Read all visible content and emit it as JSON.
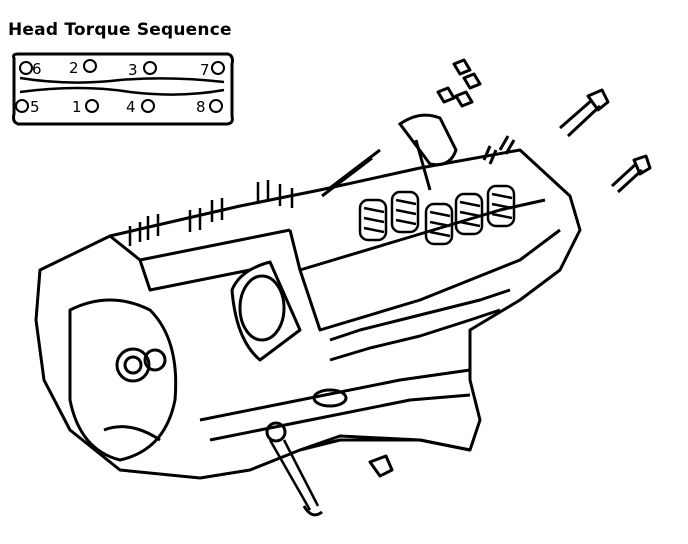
{
  "diagram": {
    "title": "Head Torque Sequence",
    "sequence_top": [
      "6",
      "2",
      "3",
      "7"
    ],
    "sequence_bottom": [
      "5",
      "1",
      "4",
      "8"
    ]
  },
  "colors": {
    "ink": "#000000",
    "paper": "#ffffff"
  }
}
